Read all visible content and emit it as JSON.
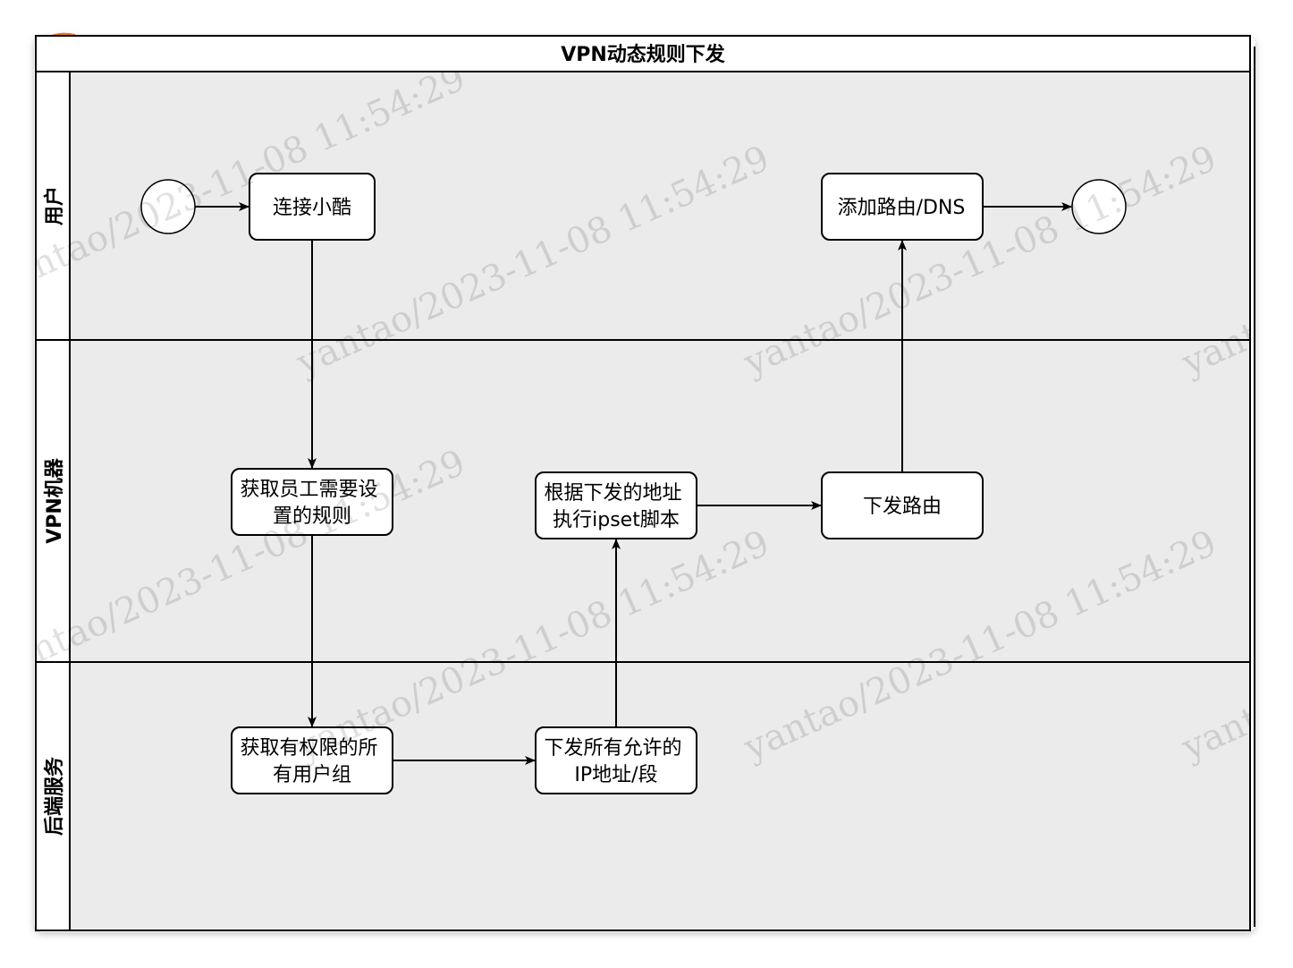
{
  "pool": {
    "title": "VPN动态规则下发"
  },
  "lanes": [
    {
      "id": "user",
      "label": "用户"
    },
    {
      "id": "vpn",
      "label": "VPN机器"
    },
    {
      "id": "backend",
      "label": "后端服务"
    }
  ],
  "nodes": {
    "connect": {
      "lines": [
        "连接小酷"
      ]
    },
    "add_route": {
      "lines": [
        "添加路由/DNS"
      ]
    },
    "get_rules": {
      "lines": [
        "获取员工需要设",
        "置的规则"
      ]
    },
    "run_ipset": {
      "lines": [
        "根据下发的地址",
        "执行ipset脚本"
      ]
    },
    "push_route": {
      "lines": [
        "下发路由"
      ]
    },
    "get_groups": {
      "lines": [
        "获取有权限的所",
        "有用户组"
      ]
    },
    "push_ips": {
      "lines": [
        "下发所有允许的",
        "IP地址/段"
      ]
    }
  },
  "watermark": {
    "text": "yantao/2023-11-08 11:54:29"
  },
  "colors": {
    "lane_fill": "#ebebeb",
    "pool_header": "#ffffff",
    "stroke": "#000000",
    "box_fill": "#ffffff",
    "accent_tab": "#e8742a"
  }
}
